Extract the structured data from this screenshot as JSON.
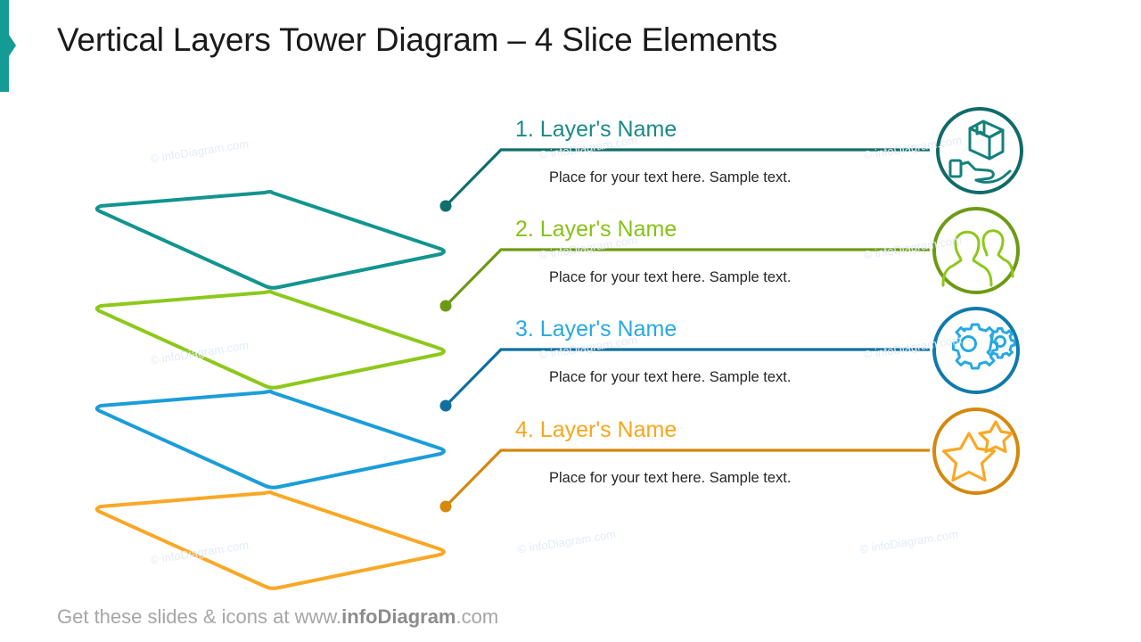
{
  "header": {
    "title": "Vertical Layers Tower Diagram – 4 Slice Elements",
    "accent_color": "#159b96"
  },
  "footer": {
    "prefix": "Get these slides & icons at www.",
    "brand": "infoDiagram",
    "suffix": ".com"
  },
  "watermark": {
    "text": "© infoDiagram.com",
    "color": "#e3ebf5"
  },
  "layers": [
    {
      "index": "1",
      "title": "1. Layer's Name",
      "description": "Place for your text here. Sample text.",
      "title_color": "#1a8a86",
      "shape_color": "#12948f",
      "line_color": "#116e6b",
      "icon_color": "#14807c",
      "circle_color": "#106b68",
      "icon_name": "hand-holding-box-icon"
    },
    {
      "index": "2",
      "title": "2. Layer's Name",
      "description": "Place for your text here. Sample text.",
      "title_color": "#86c217",
      "shape_color": "#8dc81a",
      "line_color": "#6d9a13",
      "icon_color": "#8dc81a",
      "circle_color": "#6d9a13",
      "icon_name": "two-people-icon"
    },
    {
      "index": "3",
      "title": "3. Layer's Name",
      "description": "Place for your text here. Sample text.",
      "title_color": "#27a9e1",
      "shape_color": "#1b9dd9",
      "line_color": "#0f6f9e",
      "icon_color": "#27a9e1",
      "circle_color": "#0f7bac",
      "icon_name": "gears-icon"
    },
    {
      "index": "4",
      "title": "4. Layer's Name",
      "description": "Place for your text here. Sample text.",
      "title_color": "#f9a51b",
      "shape_color": "#f9a826",
      "line_color": "#d4880d",
      "icon_color": "#f9a826",
      "circle_color": "#d4880d",
      "icon_name": "two-stars-icon"
    }
  ]
}
